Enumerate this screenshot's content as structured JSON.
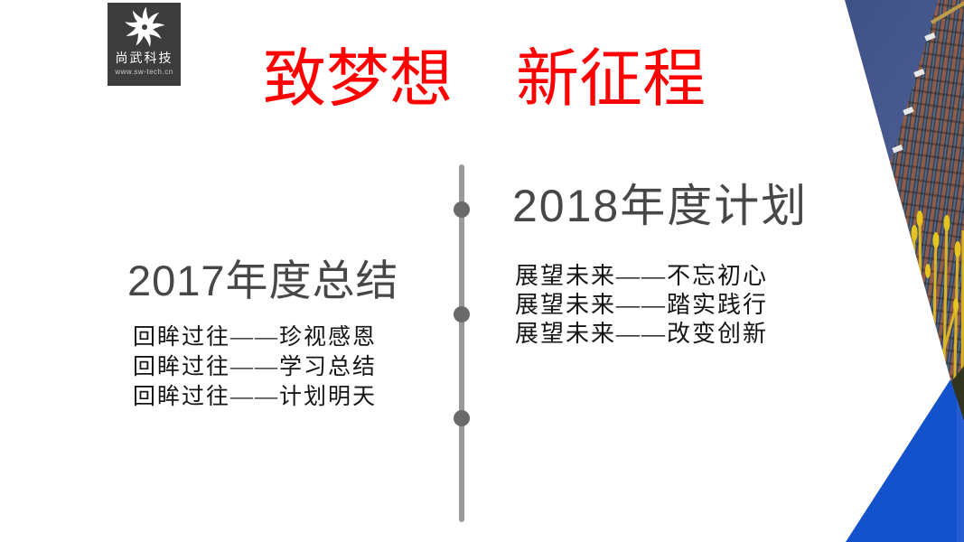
{
  "slide": {
    "logo": {
      "company": "尚武科技",
      "website": "www.sw-tech.cn"
    },
    "title": "致梦想　新征程",
    "left_section": {
      "heading": "2017年度总结",
      "items": [
        "回眸过往——珍视感恩",
        "回眸过往——学习总结",
        "回眸过往——计划明天"
      ]
    },
    "right_section": {
      "heading": "2018年度计划",
      "items": [
        "展望未来——不忘初心",
        "展望未来——踏实践行",
        "展望未来——改变创新"
      ]
    },
    "timeline": {
      "dot_count": "3"
    },
    "colors": {
      "title_red": "#ff0000",
      "heading_gray": "#474747",
      "body_black": "#141414",
      "timeline_line_gray": "#9a9a9a",
      "timeline_dot_gray": "#6a6a6a",
      "accent_blue": "#1452cb",
      "logo_background": "#3d3d3d",
      "sky_blue": "#46598c",
      "building_brick": "#8f5c49",
      "sculpture_yellow": "#d9b429"
    }
  }
}
